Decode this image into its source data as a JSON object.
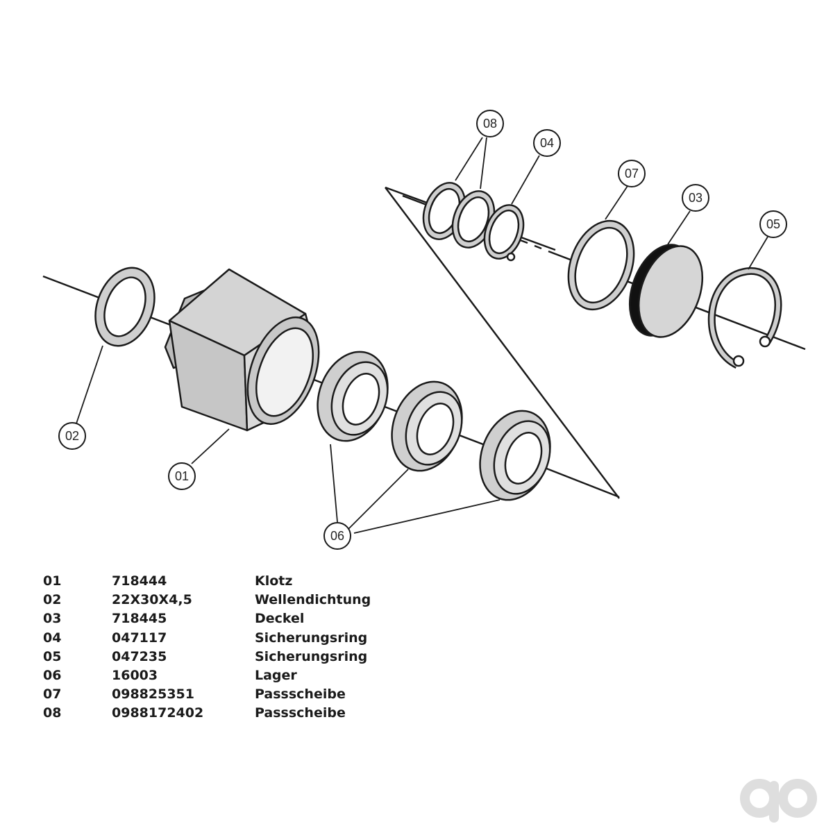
{
  "callouts": [
    {
      "label": "08"
    },
    {
      "label": "04"
    },
    {
      "label": "07"
    },
    {
      "label": "03"
    },
    {
      "label": "05"
    },
    {
      "label": "02"
    },
    {
      "label": "01"
    },
    {
      "label": "06"
    }
  ],
  "parts": [
    {
      "pos": "01",
      "code": "718444",
      "name": "Klotz"
    },
    {
      "pos": "02",
      "code": "22X30X4,5",
      "name": "Wellendichtung"
    },
    {
      "pos": "03",
      "code": "718445",
      "name": "Deckel"
    },
    {
      "pos": "04",
      "code": "047117",
      "name": "Sicherungsring"
    },
    {
      "pos": "05",
      "code": "047235",
      "name": "Sicherungsring"
    },
    {
      "pos": "06",
      "code": "16003",
      "name": "Lager"
    },
    {
      "pos": "07",
      "code": "098825351",
      "name": "Passscheibe"
    },
    {
      "pos": "08",
      "code": "0988172402",
      "name": "Passscheibe"
    }
  ],
  "colors": {
    "line": "#1a1a1a",
    "part_fill": "#cfcfcf",
    "part_light": "#e6e6e6",
    "cover_dark": "#111111",
    "watermark": "#dedede"
  },
  "watermark_icon": "ao-logo"
}
